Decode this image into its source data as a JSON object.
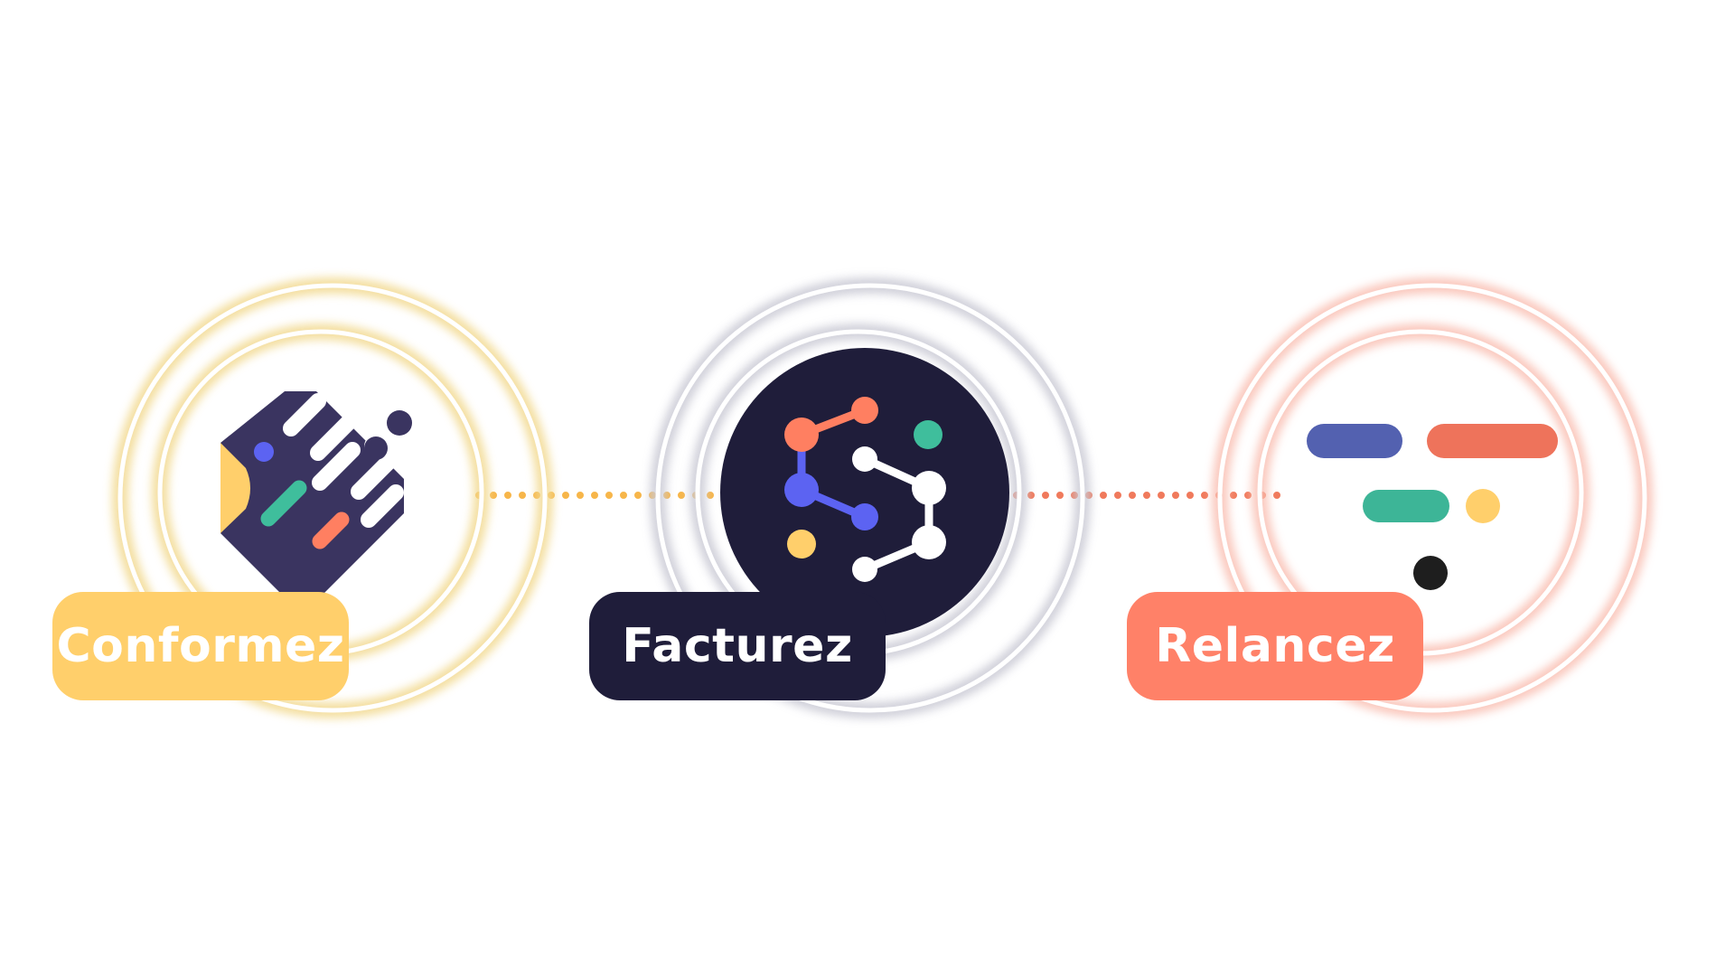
{
  "steps": [
    {
      "label": "Conformez",
      "color": "#FFCF6B",
      "ring_color": "#F2D98F",
      "logo": "pdp-document-logo"
    },
    {
      "label": "Facturez",
      "color": "#1F1D3A",
      "ring_color": "#C9C9D4",
      "logo": "network-s-logo"
    },
    {
      "label": "Relancez",
      "color": "#FF8168",
      "ring_color": "#F9BFB2",
      "logo": "colored-bars-logo"
    }
  ],
  "connectors": [
    {
      "color": "#F7B64A"
    },
    {
      "color": "#F07A5C"
    }
  ],
  "palette": {
    "navy": "#1F1D3A",
    "doc_dark": "#3A3460",
    "blue": "#5C63F2",
    "teal": "#3FBE9C",
    "orange": "#FF7F61",
    "yellow": "#FFCF6B",
    "indigo": "#5361B0",
    "coral": "#EE735B",
    "green": "#3DB597",
    "black": "#1E1E1E"
  }
}
